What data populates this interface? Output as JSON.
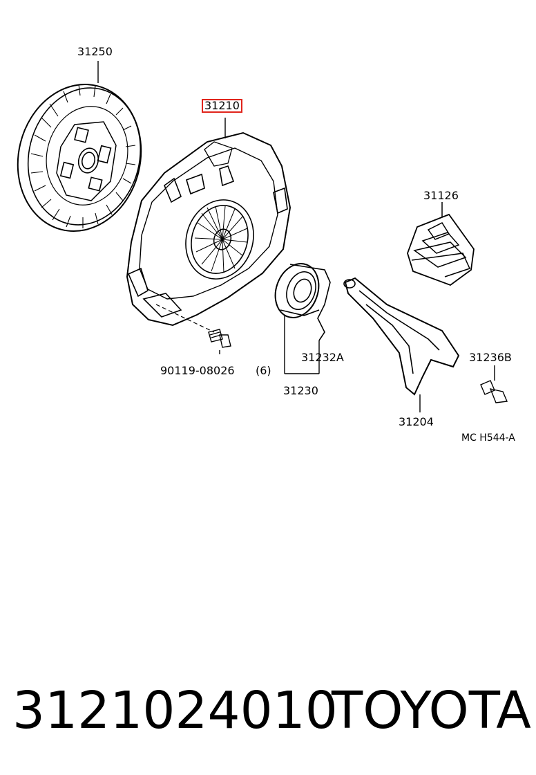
{
  "labels": {
    "clutch_disc": "31250",
    "clutch_cover": "31210",
    "release_fork_boot": "31126",
    "bolt_part": "90119-08026",
    "bolt_qty": "(6)",
    "bearing_hub": "31232A",
    "bearing_assy": "31230",
    "clip": "31236B",
    "release_fork": "31204",
    "drawing_code": "MC H544-A"
  },
  "highlight_color": "#e0241b",
  "footer": {
    "part_number": "3121024010",
    "brand": "TOYOTA"
  }
}
